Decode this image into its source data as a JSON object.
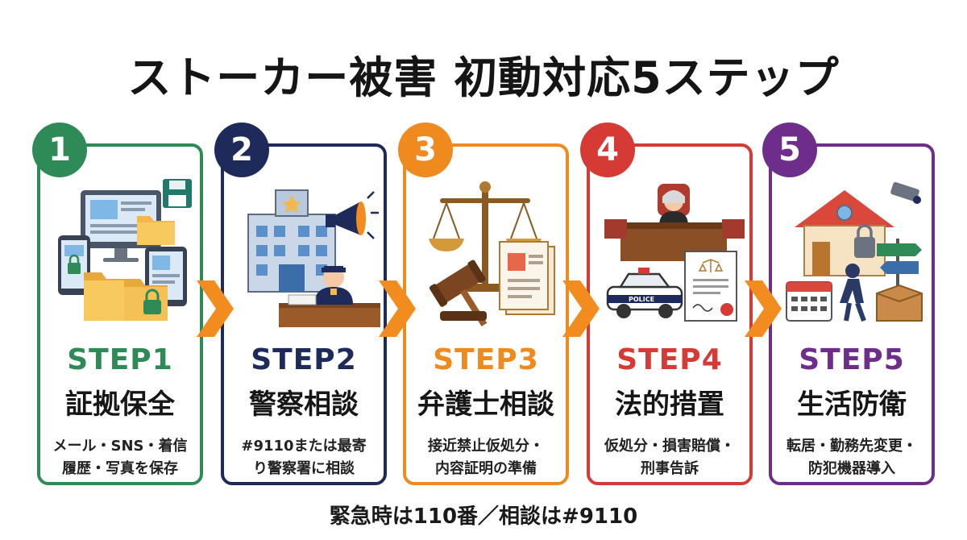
{
  "title": "ストーカー被害 初動対応5ステップ",
  "footer": "緊急時は110番／相談は#9110",
  "colors": {
    "step1": "#2e8b57",
    "step2": "#1e2a5a",
    "step3": "#ee8a1e",
    "step4": "#d63a35",
    "step5": "#6e2d8a",
    "arrow": "#f28c1e"
  },
  "steps": [
    {
      "number": "1",
      "label": "STEP1",
      "name": "証拠保全",
      "desc1": "メール・SNS・着信",
      "desc2": "履歴・写真を保存",
      "icon": "evidence-devices-icon"
    },
    {
      "number": "2",
      "label": "STEP2",
      "name": "警察相談",
      "desc1": "#9110または最寄",
      "desc2": "り警察署に相談",
      "icon": "police-station-icon"
    },
    {
      "number": "3",
      "label": "STEP3",
      "name": "弁護士相談",
      "desc1": "接近禁止仮処分・",
      "desc2": "内容証明の準備",
      "icon": "scales-gavel-icon"
    },
    {
      "number": "4",
      "label": "STEP4",
      "name": "法的措置",
      "desc1": "仮処分・損害賠償・",
      "desc2": "刑事告訴",
      "icon": "courtroom-icon"
    },
    {
      "number": "5",
      "label": "STEP5",
      "name": "生活防衛",
      "desc1": "転居・勤務先変更・",
      "desc2": "防犯機器導入",
      "icon": "house-security-icon"
    }
  ],
  "illustration_text": {
    "police_car": "POLICE"
  }
}
